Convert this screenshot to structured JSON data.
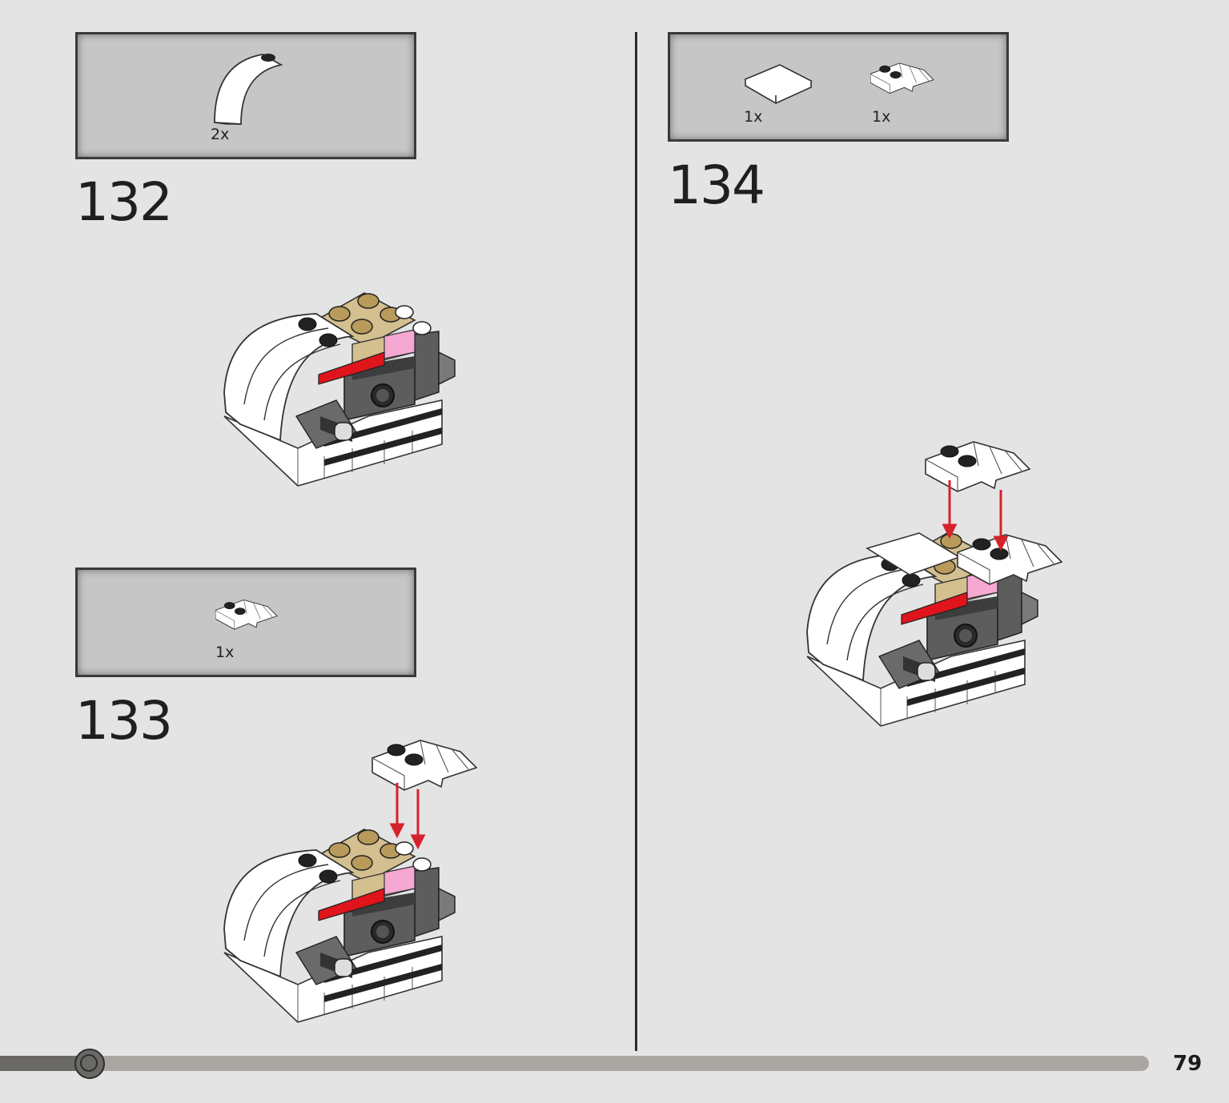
{
  "steps": [
    {
      "number": "132",
      "parts": [
        {
          "qty": "2x",
          "icon": "curved-slope-icon"
        }
      ]
    },
    {
      "number": "133",
      "parts": [
        {
          "qty": "1x",
          "icon": "wedge-plate-icon"
        }
      ]
    },
    {
      "number": "134",
      "parts": [
        {
          "qty": "1x",
          "icon": "tile-icon"
        },
        {
          "qty": "1x",
          "icon": "wedge-plate-icon"
        }
      ]
    }
  ],
  "progress": {
    "fraction": 0.078
  },
  "page_number": "79",
  "colors": {
    "background": "#e4e4e4",
    "parts_box": "#c6c6c6",
    "arrow": "#d6222b",
    "tan": "#d3bf8f",
    "red": "#e0141b",
    "pink": "#f6a8d2",
    "dark_gray": "#5d5d5d"
  }
}
